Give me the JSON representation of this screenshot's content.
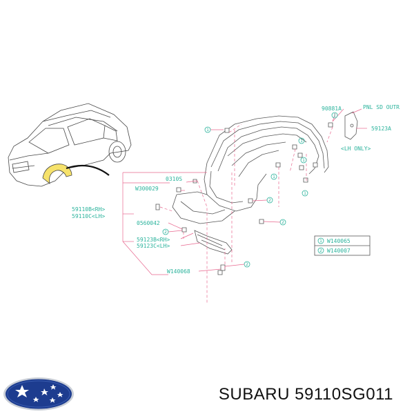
{
  "diagram": {
    "labels": {
      "p90881a": "90881A",
      "pnl_sd_outr": "PNL SD OUTR",
      "p59123a": "59123A",
      "lh_only": "<LH ONLY>",
      "p0310s": "0310S",
      "w300029": "W300029",
      "p59110b": "59110B<RH>",
      "p59110c": "59110C<LH>",
      "p0560042": "0560042",
      "p59123b": "59123B<RH>",
      "p59123c": "59123C<LH>",
      "w140068": "W140068"
    },
    "legend": [
      {
        "num": "1",
        "code": "W140065"
      },
      {
        "num": "2",
        "code": "W140007"
      }
    ],
    "callouts": [
      "1",
      "1",
      "1",
      "1",
      "1",
      "1",
      "2",
      "2",
      "2",
      "2"
    ]
  },
  "footer": {
    "brand": "SUBARU",
    "part_number": "59110SG011",
    "text": "SUBARU 59110SG011"
  },
  "colors": {
    "label": "#2bb39c",
    "leader_pink": "#e8668e",
    "highlight": "#f6e26b",
    "logo_blue": "#1d3c8f"
  }
}
